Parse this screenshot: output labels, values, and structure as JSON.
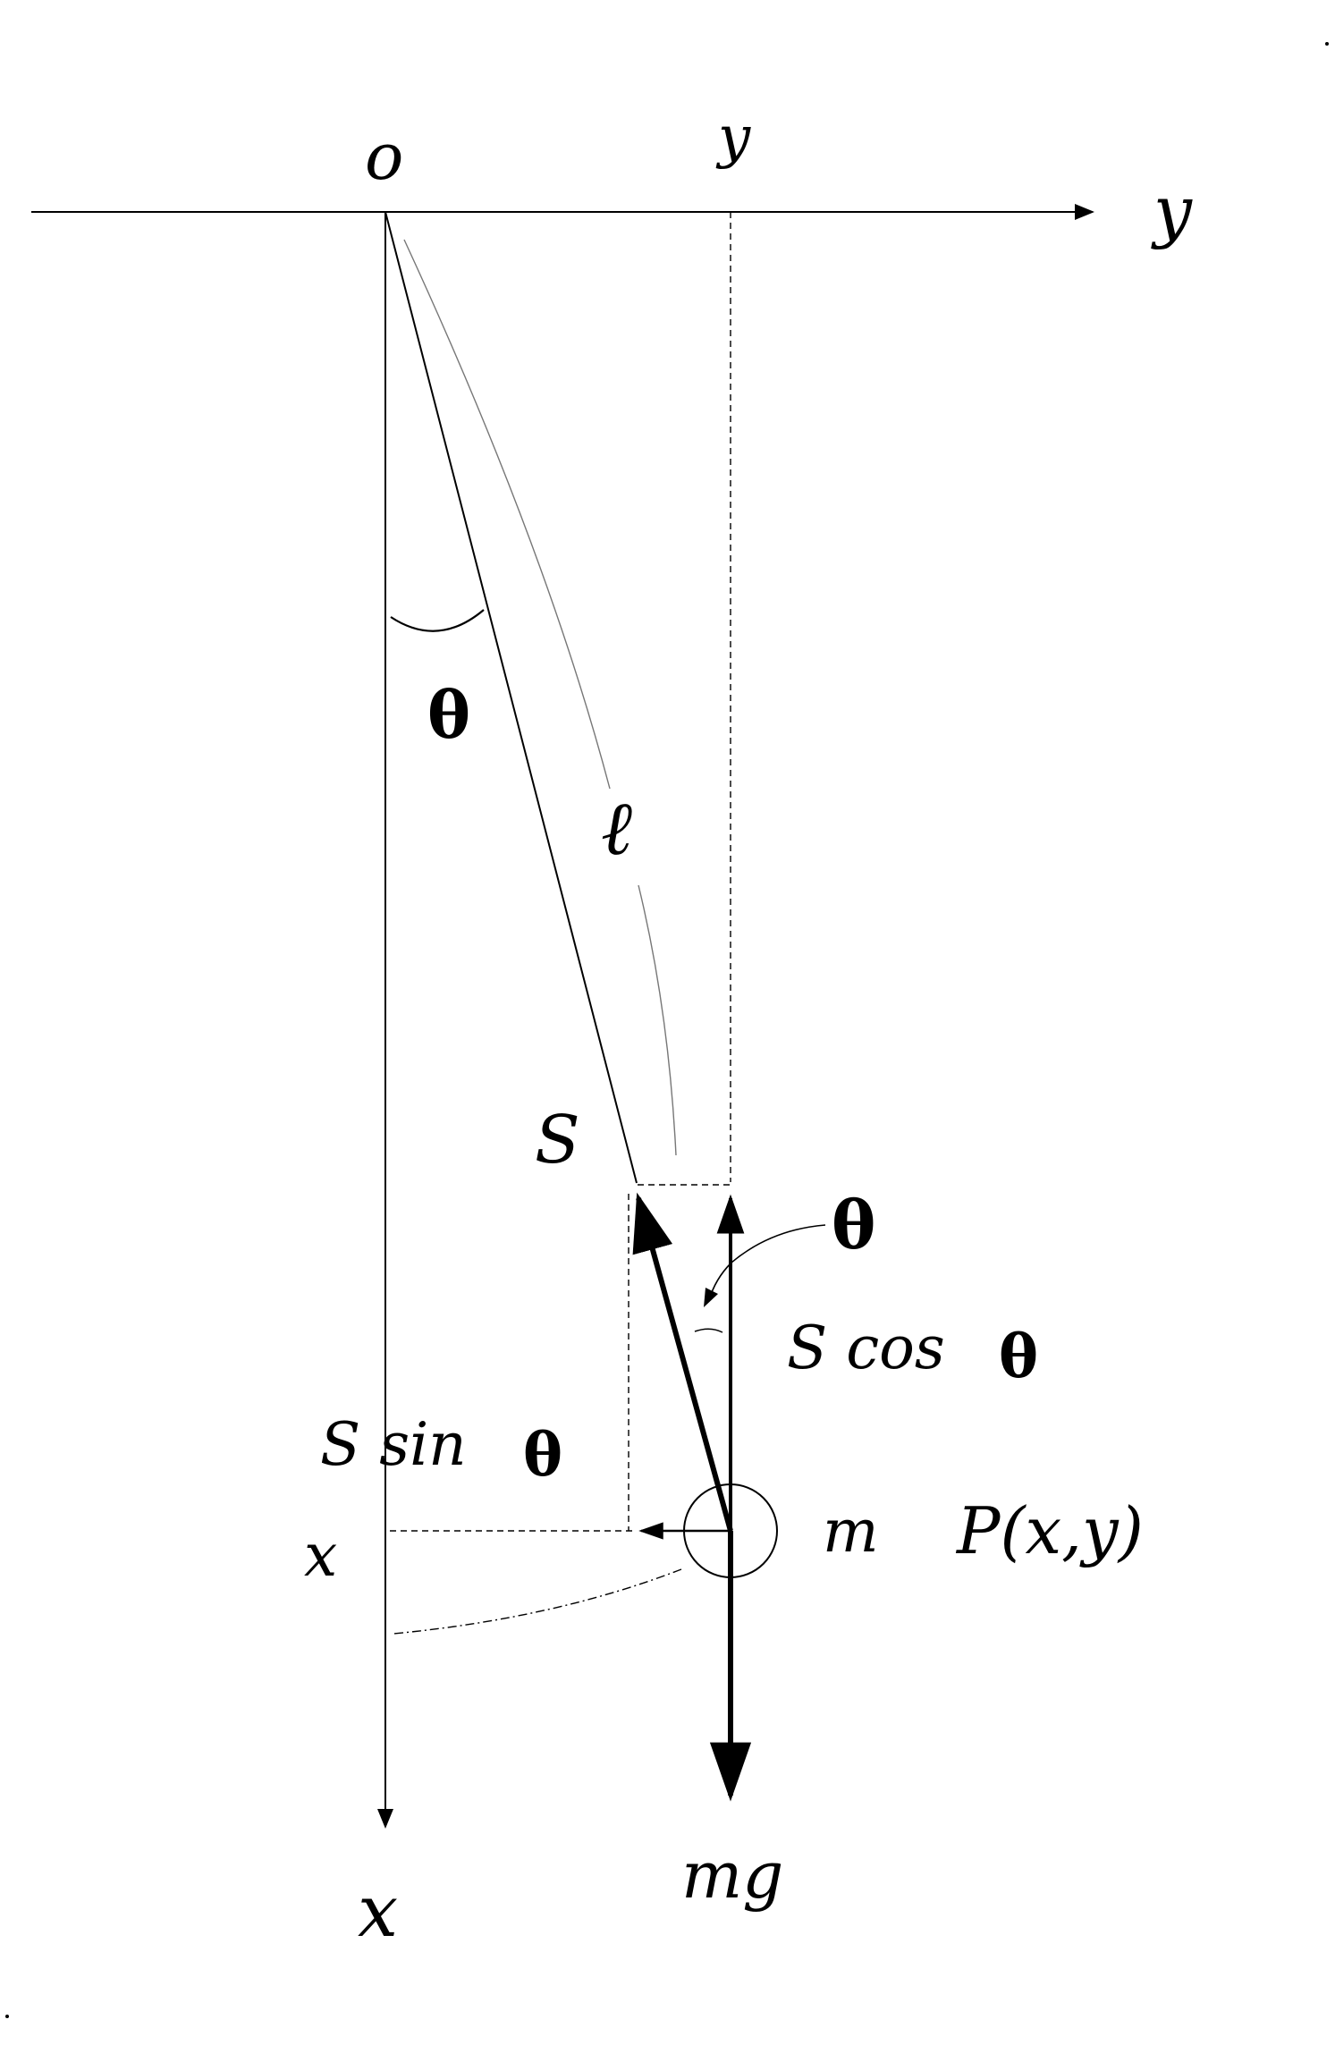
{
  "labels": {
    "origin": "o",
    "y_top": "y",
    "y_axis": "y",
    "x_axis": "x",
    "x_left": "x",
    "theta_top": "θ",
    "length": "ℓ",
    "tension": "S",
    "theta_arrow": "θ",
    "s_cos": "S cos",
    "s_cos_theta": "θ",
    "s_sin": "S sin",
    "s_sin_theta": "θ",
    "mass": "m",
    "point": "P(x,y)",
    "weight": "mg"
  },
  "colors": {
    "ink": "#000000",
    "faint": "#777777",
    "background": "#ffffff"
  }
}
